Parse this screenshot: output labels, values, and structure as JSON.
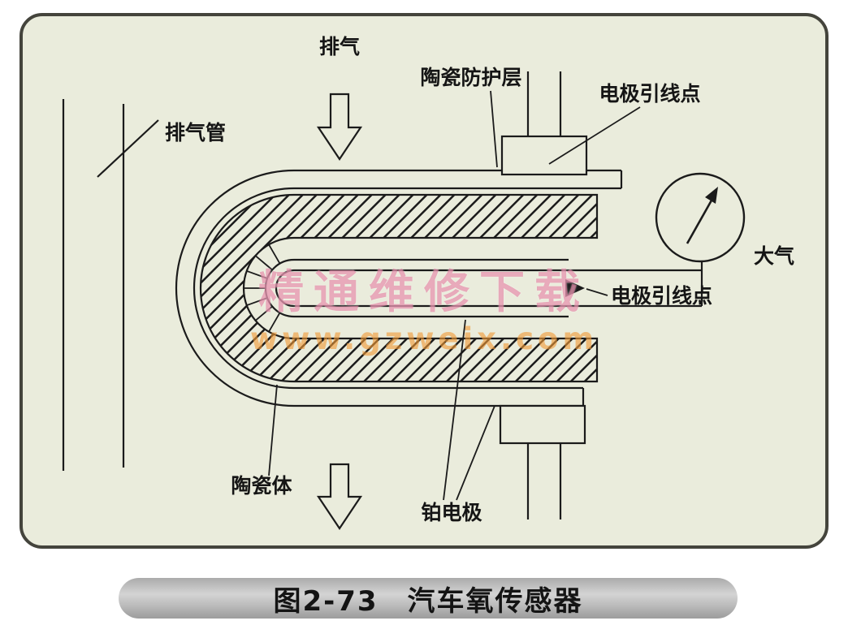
{
  "page": {
    "caption": "图2-73　汽车氧传感器"
  },
  "watermark": {
    "line1": "精通维修下载",
    "line2": "www.gzweix.com"
  },
  "diagram": {
    "labels": {
      "exhaust": "排气",
      "exhaust_pipe": "排气管",
      "ceramic_protective_layer": "陶瓷防护层",
      "electrode_lead_point_top": "电极引线点",
      "electrode_lead_point_middle": "电极引线点",
      "atmosphere": "大气",
      "ceramic_body": "陶瓷体",
      "platinum_electrode": "铂电极"
    },
    "colors": {
      "panel_background": "#eaecdc",
      "panel_border": "#44443c",
      "stroke": "#1b1b1b",
      "caption_bar": "#bcbcbc",
      "watermark_pink": "#de6c92",
      "watermark_orange": "#f09937"
    }
  }
}
